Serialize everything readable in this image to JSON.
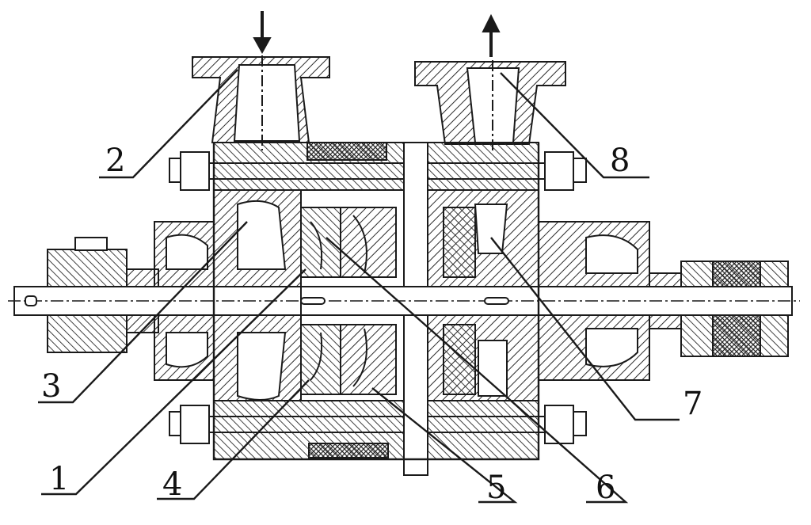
{
  "diagram": {
    "callouts": [
      {
        "id": "1",
        "text": "1"
      },
      {
        "id": "2",
        "text": "2"
      },
      {
        "id": "3",
        "text": "3"
      },
      {
        "id": "4",
        "text": "4"
      },
      {
        "id": "5",
        "text": "5"
      },
      {
        "id": "6",
        "text": "6"
      },
      {
        "id": "7",
        "text": "7"
      },
      {
        "id": "8",
        "text": "8"
      }
    ],
    "flow": {
      "inlet": "down-arrow",
      "outlet": "up-arrow"
    },
    "colors": {
      "ink": "#1a1a1a",
      "paper": "#ffffff",
      "hatch": "#2a2a2a"
    }
  }
}
